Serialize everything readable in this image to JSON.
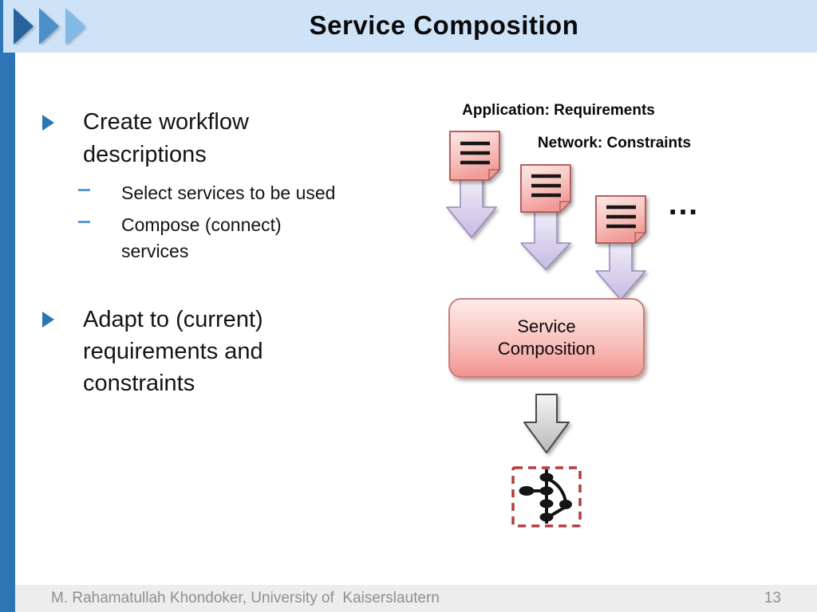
{
  "slide": {
    "title": "Service Composition",
    "footer_text": "M. Rahamatullah Khondoker, University of  Kaiserslautern",
    "page_number": "13"
  },
  "content": {
    "bullet1": "Create workflow descriptions",
    "bullet1_sub": [
      "Select services to be used",
      "Compose (connect) services"
    ],
    "bullet2": "Adapt to (current) requirements and constraints"
  },
  "diagram": {
    "label_application": "Application: Requirements",
    "label_network": "Network: Constraints",
    "ellipsis": "…",
    "box_label": "Service Composition",
    "document_icon_count": 3,
    "flow": "requirement documents → down arrows → Service Composition → down arrow → workflow graph"
  },
  "colors": {
    "header_background": "#cfe3f8",
    "left_bar_blue": "#2e75b5",
    "triangle_dark": "#29629b",
    "triangle_mid": "#4b90c8",
    "triangle_light": "#83b9e6",
    "bullet_marker_blue": "#2e75b5",
    "sub_bullet_dash_blue": "#5b9bd5",
    "document_pink": "#f6a9a4",
    "document_border": "#b45f5f",
    "arrow_purple": "#cdc3e6",
    "box_pink": "#f2938f",
    "box_border": "#c87f7b",
    "dashed_box_red": "#b23c3c",
    "gray_arrow": "#bcbcbc",
    "footer_background": "#ededed",
    "footer_text_gray": "#8f8f8f"
  }
}
